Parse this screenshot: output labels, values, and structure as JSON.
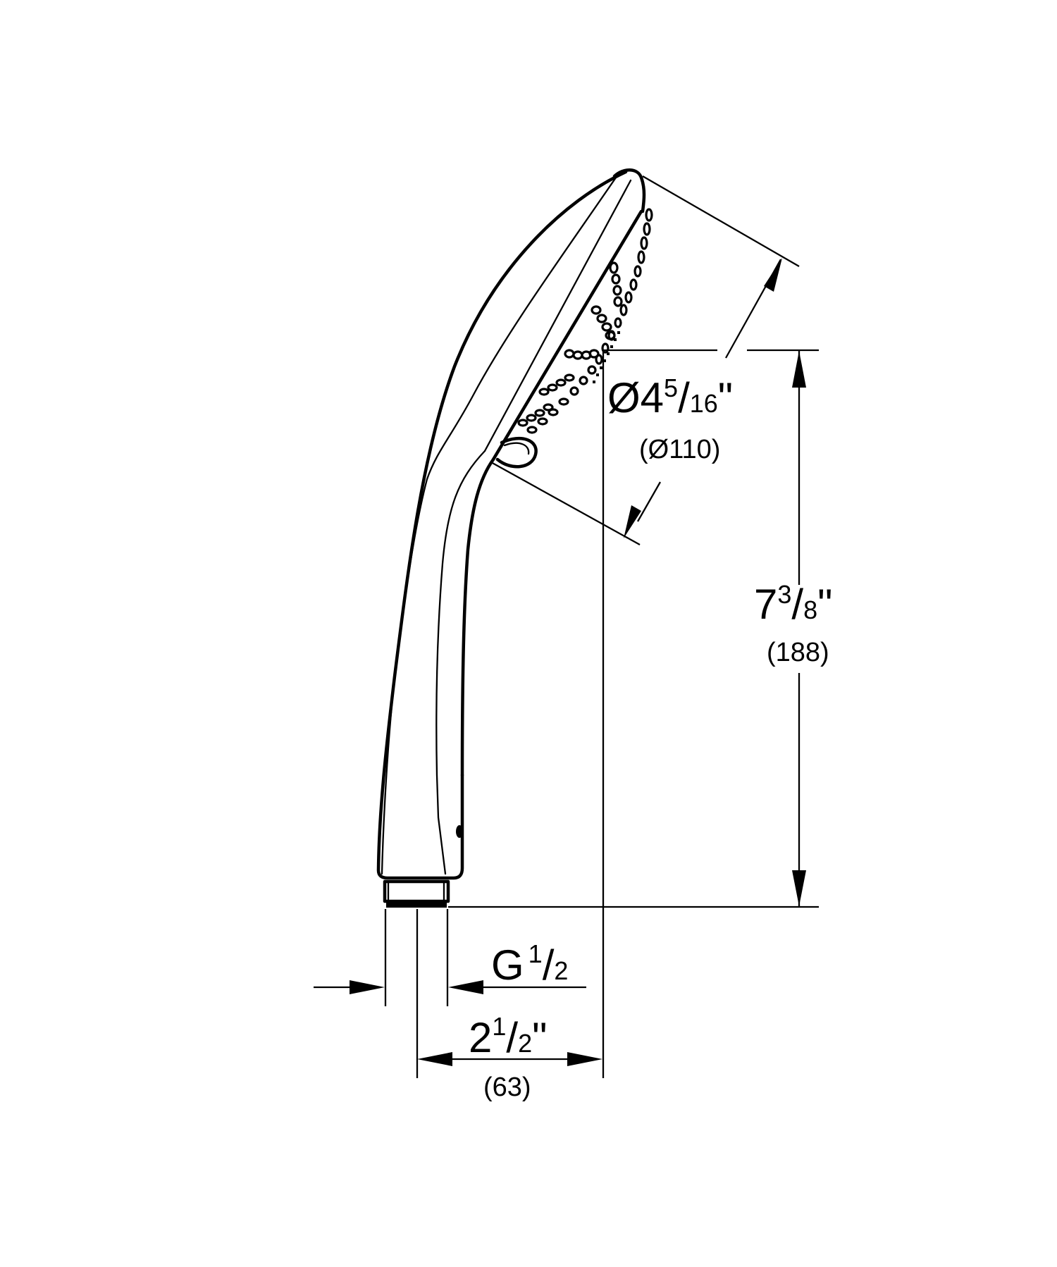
{
  "drawing": {
    "subject": "hand shower side view",
    "line_color": "#000000",
    "background": "#ffffff"
  },
  "dimensions": {
    "head_diameter": {
      "prefix": "Ø4",
      "numerator": "5",
      "slash": "/",
      "denominator": "16",
      "unit": "\"",
      "metric": "(Ø110)"
    },
    "height": {
      "whole": "7",
      "numerator": "3",
      "slash": "/",
      "denominator": "8",
      "unit": "\"",
      "metric": "(188)"
    },
    "thread": {
      "prefix": "G",
      "numerator": "1",
      "slash": "/",
      "denominator": "2"
    },
    "offset": {
      "whole": "2",
      "numerator": "1",
      "slash": "/",
      "denominator": "2",
      "unit": "\"",
      "metric": "(63)"
    }
  }
}
